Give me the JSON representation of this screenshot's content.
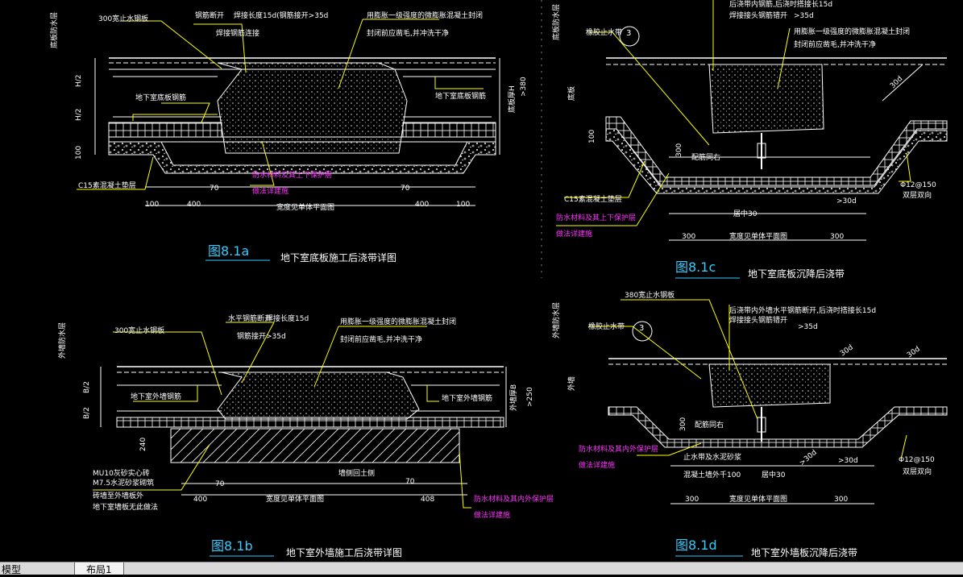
{
  "details": {
    "a": {
      "figure_no": "图8.1a",
      "caption": "地下室底板施工后浇带详图",
      "labels": {
        "waterstop_plate": "300宽止水钢板",
        "rebar_cut": "钢筋断开",
        "rebar_weld": "焊接长度15d(钢筋接开>35d",
        "rebar_tie": "焊接钢筋连接",
        "concrete_note1": "用膨胀一级强度的微膨胀混凝土封闭",
        "concrete_note2": "封闭前应凿毛,并冲洗干净",
        "slab_rebar_left": "地下室底板钢筋",
        "slab_rebar_right": "地下室底板钢筋",
        "waterproof_left": "底板防水层",
        "c15_cushion": "C15素混凝土垫层",
        "waterproof_magenta1": "防水材料及其上下保护层",
        "waterproof_magenta2": "做法详建施",
        "width_note": "宽度见单体平面图",
        "thickness": "底板厚H",
        "dim_h_top": "H/2",
        "dim_h_bot": "H/2",
        "dim_100": "100",
        "dim_400_l": "400",
        "dim_400_r": "400",
        "dim_70_l": "70",
        "dim_70_r": "70",
        "dim_100_l": "100",
        "dim_100_r": "100",
        "dim_380": ">380"
      }
    },
    "b": {
      "figure_no": "图8.1b",
      "caption": "地下室外墙施工后浇带详图",
      "labels": {
        "waterstop_plate": "300宽止水钢板",
        "rebar_cut": "水平钢筋断开",
        "rebar_weld": "焊接长度15d",
        "rebar_tie": "钢筋接开>35d",
        "concrete_note1": "用膨胀一级强度的微膨胀混凝土封闭",
        "concrete_note2": "封闭前应凿毛,并冲洗干净",
        "wall_rebar_left": "地下室外墙钢筋",
        "wall_rebar_right": "地下室外墙钢筋",
        "waterproof_left": "外墙防水层",
        "brick_note1": "MU10灰砂实心砖",
        "brick_note2": "M7.5水泥砂浆砌筑",
        "brick_note3": "砖墙至外墙板外",
        "brick_note4": "地下室墙板无此做法",
        "soil_note": "墙侧回土侧",
        "waterproof_magenta1": "防水材料及其内外保护层",
        "waterproof_magenta2": "做法详建施",
        "width_note": "宽度见单体平面图",
        "thickness": "外墙厚B",
        "dim_b_top": "B/2",
        "dim_b_bot": "B/2",
        "dim_240": "240",
        "dim_400": "400",
        "dim_408": "408",
        "dim_70_l": "70",
        "dim_70_r": "70",
        "dim_250": ">250"
      }
    },
    "c": {
      "figure_no": "图8.1c",
      "caption": "地下室底板沉降后浇带",
      "labels": {
        "waterstop": "橡胶止水带",
        "marker": "3",
        "rebar_weld": "后浇带内钢筋,后浇时搭接长15d",
        "rebar_tie": "焊接接头钢筋错开",
        "dim_35d": ">35d",
        "concrete_note1": "用膨胀一级强度的微膨胀混凝土封闭",
        "concrete_note2": "封闭前应凿毛,并冲洗干净",
        "waterproof_left": "底板防水层",
        "slab": "底板",
        "c15_cushion": "C15素混凝土垫层",
        "waterproof_magenta1": "防水材料及其上下保护层",
        "waterproof_magenta2": "做法详建施",
        "rebar_side": "配筋同右",
        "rebar_spec": "Φ12@150",
        "double_layer": "双层双向",
        "dim_30d_a": "30d",
        "dim_30d_b": ">30d",
        "dim_300_v": "300",
        "dim_300_l": "300",
        "dim_300_r": "300",
        "dim_100": "100",
        "center_note": "居中30",
        "width_note": "宽度见单体平面图"
      }
    },
    "d": {
      "figure_no": "图8.1d",
      "caption": "地下室外墙板沉降后浇带",
      "labels": {
        "waterstop_plate": "380宽止水钢板",
        "waterstop": "橡胶止水带",
        "marker": "3",
        "rebar_weld": "后浇带内外墙水平钢筋断开,后浇时搭接长15d",
        "rebar_tie": "焊接接头钢筋错开",
        "dim_35d": ">35d",
        "waterproof_left": "外墙防水层",
        "wall": "外墙",
        "rebar_side": "配筋同右",
        "waterproof_magenta1": "防水材料及其内外保护层",
        "waterproof_magenta2": "做法详建施",
        "cover_note1": "止水带及水泥砂浆",
        "cover_note2": "混凝土墙外千100",
        "rebar_spec": "Φ12@150",
        "double_layer": "双层双向",
        "dim_30d_a": "30d",
        "dim_30d_b": "30d",
        "dim_30d_c": ">30d",
        "dim_30d_d": ">30d",
        "dim_300_v": "300",
        "dim_300_l": "300",
        "dim_300_r": "300",
        "center_note": "居中30",
        "width_note": "宽度见单体平面图"
      }
    }
  },
  "tabs": {
    "model": "模型",
    "layout": "布局1"
  },
  "colors": {
    "background": "#000000",
    "lines": "#ffffff",
    "leaders": "#ffff00",
    "figure_no": "#33ccff",
    "magenta": "#ff33ff"
  }
}
